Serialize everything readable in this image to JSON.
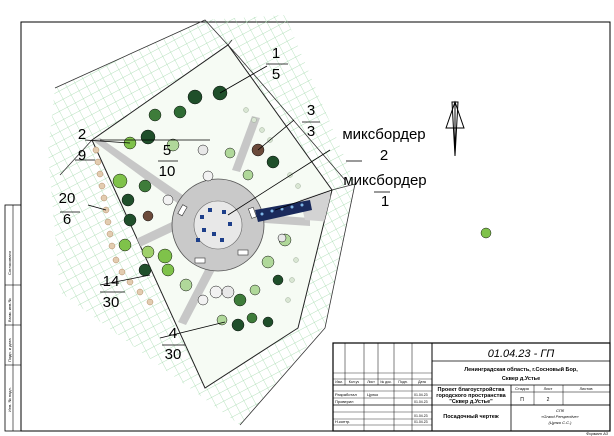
{
  "callouts": [
    {
      "top": "1",
      "bottom": "5"
    },
    {
      "top": "3",
      "bottom": "3"
    },
    {
      "top": "миксбордер",
      "bottom": "2"
    },
    {
      "top": "миксбордер",
      "bottom": "1"
    },
    {
      "top": "2",
      "bottom": "9"
    },
    {
      "top": "5",
      "bottom": "10"
    },
    {
      "top": "20",
      "bottom": "6"
    },
    {
      "top": "14",
      "bottom": "30"
    },
    {
      "top": "4",
      "bottom": "30"
    }
  ],
  "title_block": {
    "code": "01.04.23 - ГП",
    "location_line1": "Ленинградская область, г.Сосновый Бор,",
    "location_line2": "Сквер д.Устье",
    "project_line1": "Проект благоустройства",
    "project_line2": "городского пространства",
    "project_line3": "\"Сквер д.Устье\"",
    "sheet_name": "Посадочный чертеж",
    "col_headers": [
      "Изм.",
      "Кол.уч",
      "Лист",
      "№ док.",
      "Подп.",
      "Дата"
    ],
    "roles": [
      "Разработал",
      "Проверил",
      "",
      "Н.контр."
    ],
    "developer": "Цулко",
    "dates": [
      "01.04.23",
      "01.04.23",
      "01.04.23",
      "01.04.23"
    ],
    "stage_header": "Стадия",
    "sheet_header": "Лист",
    "sheets_header": "Листов",
    "stage": "П",
    "sheet": "2",
    "org_line1": "СПб",
    "org_line2": "«Grand Perspective»",
    "org_line3": "(Цулко С.С.)",
    "format": "Формат А3"
  },
  "margin_stamps": [
    "Согласовано",
    "Взам. инв.№",
    "Подп. и дата",
    "Инв. № подл."
  ],
  "colors": {
    "grid": "#9ed8a8",
    "path": "#bdbdbd",
    "tree_dark": "#1f4f2a",
    "tree_light": "#7fc24a"
  }
}
